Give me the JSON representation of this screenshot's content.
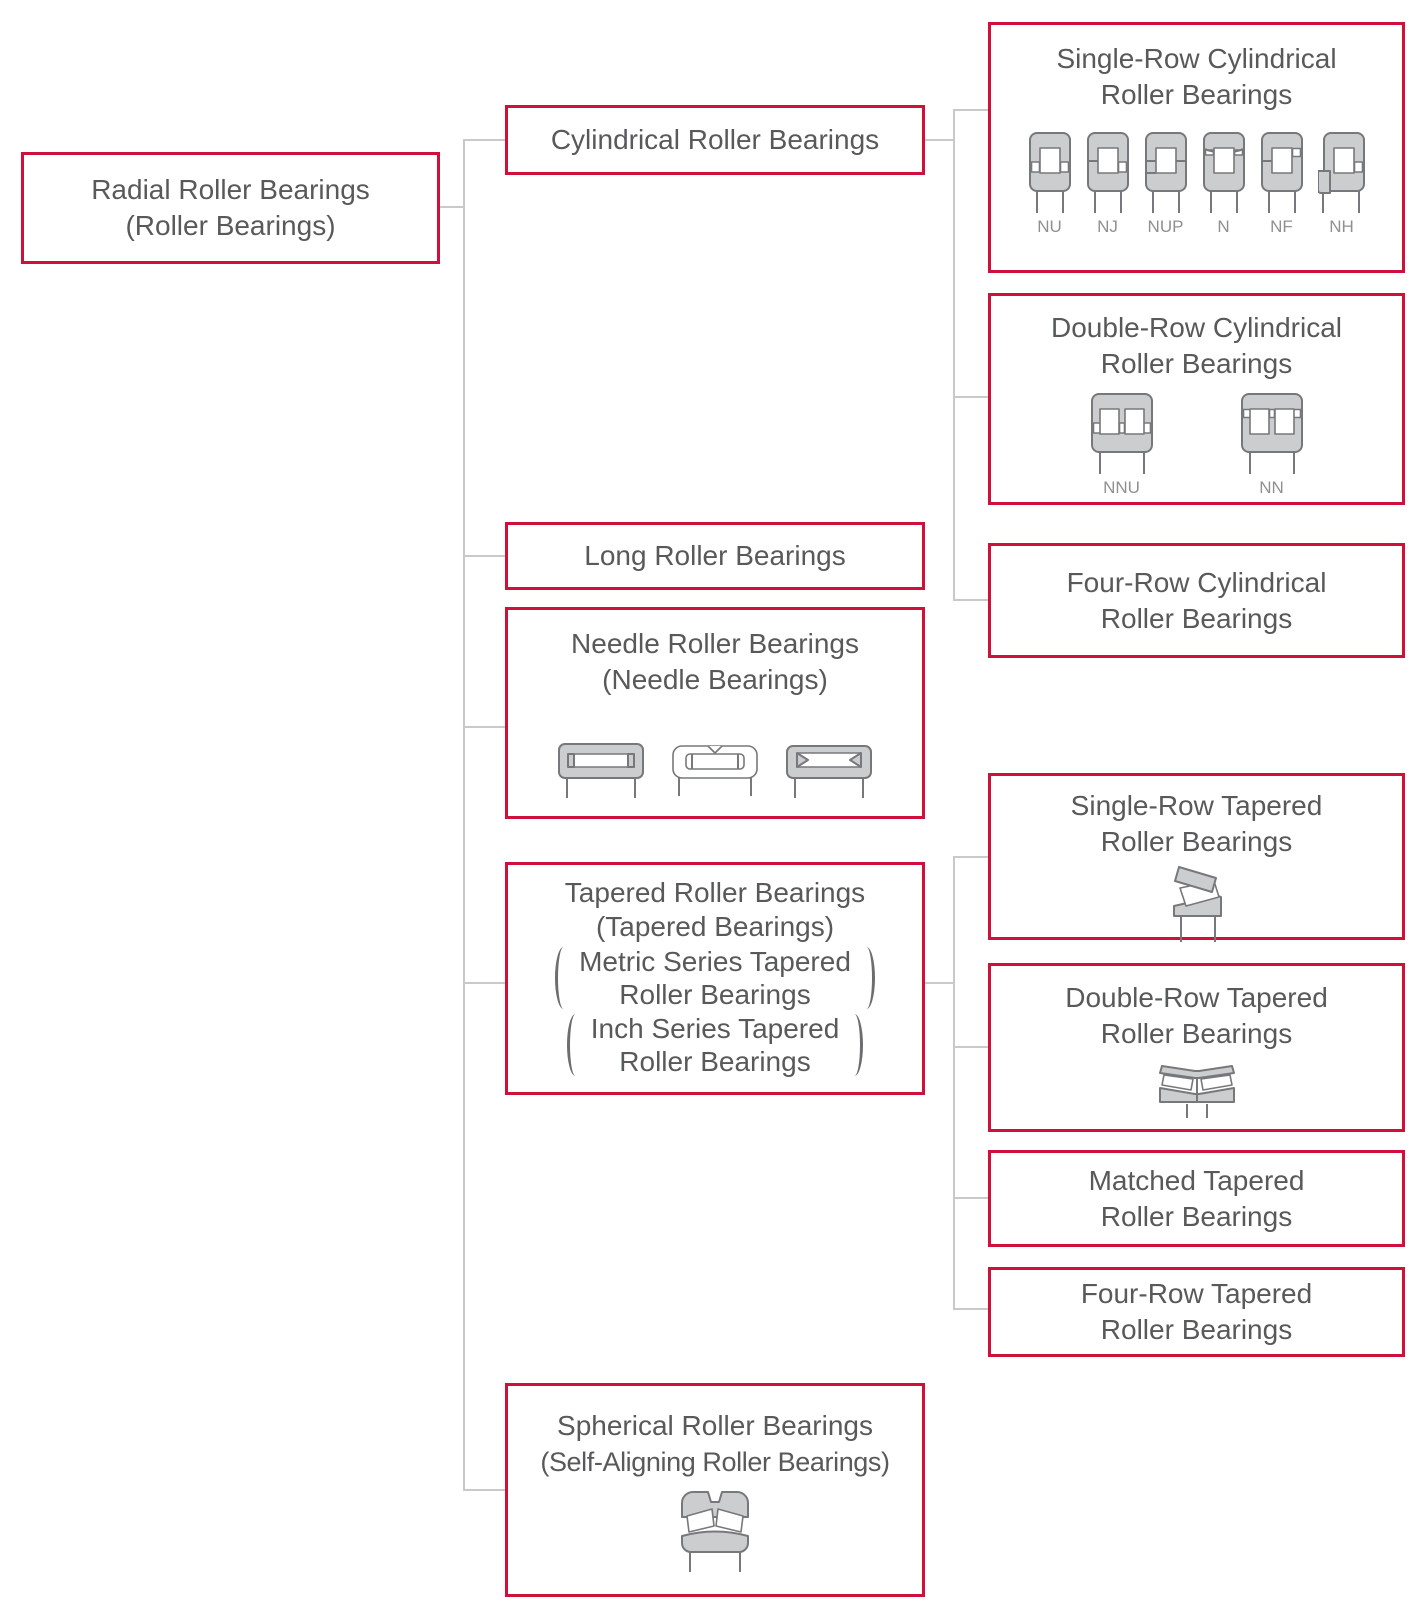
{
  "palette": {
    "accent_red": "#cf103a",
    "text_gray": "#58595b",
    "connector_gray": "#c9c9c9",
    "icon_fill_gray": "#cccdce",
    "icon_stroke_gray": "#77787b",
    "variant_label_gray": "#8f9093"
  },
  "nodes": {
    "root": {
      "line1": "Radial Roller Bearings",
      "line2": "(Roller Bearings)"
    },
    "cylindrical": {
      "line1": "Cylindrical Roller Bearings"
    },
    "long": {
      "line1": "Long Roller Bearings"
    },
    "needle": {
      "line1": "Needle Roller Bearings",
      "line2": "(Needle Bearings)",
      "icons": [
        "needle-drawn-cup-bearing",
        "needle-cage-assembly-bearing",
        "needle-machined-ring-bearing"
      ]
    },
    "tapered": {
      "line1": "Tapered Roller Bearings",
      "line2": "(Tapered Bearings)",
      "metric_group": {
        "line1": "Metric Series Tapered",
        "line2": "Roller Bearings"
      },
      "inch_group": {
        "line1": "Inch Series Tapered",
        "line2": "Roller Bearings"
      }
    },
    "spherical": {
      "line1": "Spherical Roller Bearings",
      "line2": "(Self-Aligning Roller Bearings)",
      "icons": [
        "spherical-roller-bearing"
      ]
    },
    "single_row_cyl": {
      "line1": "Single-Row Cylindrical",
      "line2": "Roller Bearings",
      "variants": [
        "NU",
        "NJ",
        "NUP",
        "N",
        "NF",
        "NH"
      ]
    },
    "double_row_cyl": {
      "line1": "Double-Row Cylindrical",
      "line2": "Roller Bearings",
      "variants": [
        "NNU",
        "NN"
      ]
    },
    "four_row_cyl": {
      "line1": "Four-Row Cylindrical",
      "line2": "Roller Bearings"
    },
    "single_row_tap": {
      "line1": "Single-Row Tapered",
      "line2": "Roller Bearings",
      "icons": [
        "single-row-tapered-bearing"
      ]
    },
    "double_row_tap": {
      "line1": "Double-Row Tapered",
      "line2": "Roller Bearings",
      "icons": [
        "double-row-tapered-bearing"
      ]
    },
    "matched_tap": {
      "line1": "Matched Tapered",
      "line2": "Roller Bearings"
    },
    "four_row_tap": {
      "line1": "Four-Row Tapered",
      "line2": "Roller Bearings"
    }
  }
}
